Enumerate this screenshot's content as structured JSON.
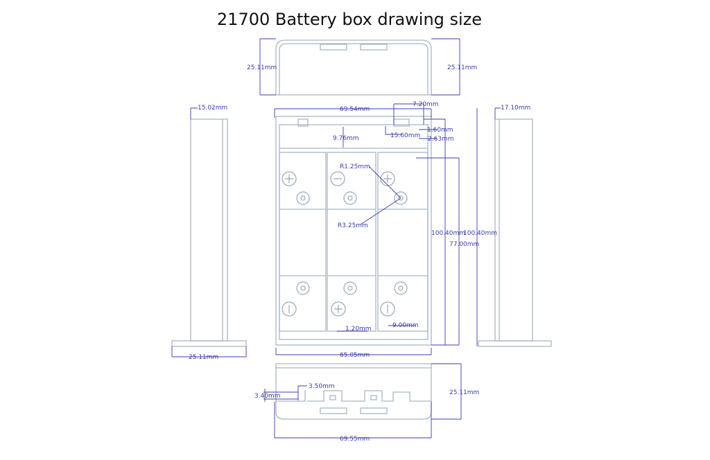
{
  "title": "21700 Battery box drawing size",
  "views": {
    "top": {
      "height_left": "25.11mm",
      "height_right": "25.11mm"
    },
    "left_side": {
      "thickness": "15.02mm",
      "base_width": "25.11mm"
    },
    "right_side": {
      "thickness": "17.10mm",
      "height": "100.40mm"
    },
    "front": {
      "width_top": "69.54mm",
      "tab_width": "7.20mm",
      "slot_1": "1.60mm",
      "slot_2": "2.63mm",
      "slot_spacing": "15.60mm",
      "header_depth": "9.76mm",
      "radius_small": "R1.25mm",
      "radius_large": "R3.25mm",
      "height_total": "100.40mm",
      "cell_length": "77.00mm",
      "wall": "1.20mm",
      "gap": "9.00mm",
      "width_bottom": "65.05mm"
    },
    "bottom": {
      "height": "25.11mm",
      "notch_w": "3.50mm",
      "notch_h": "3.40mm",
      "width": "69.55mm"
    }
  }
}
